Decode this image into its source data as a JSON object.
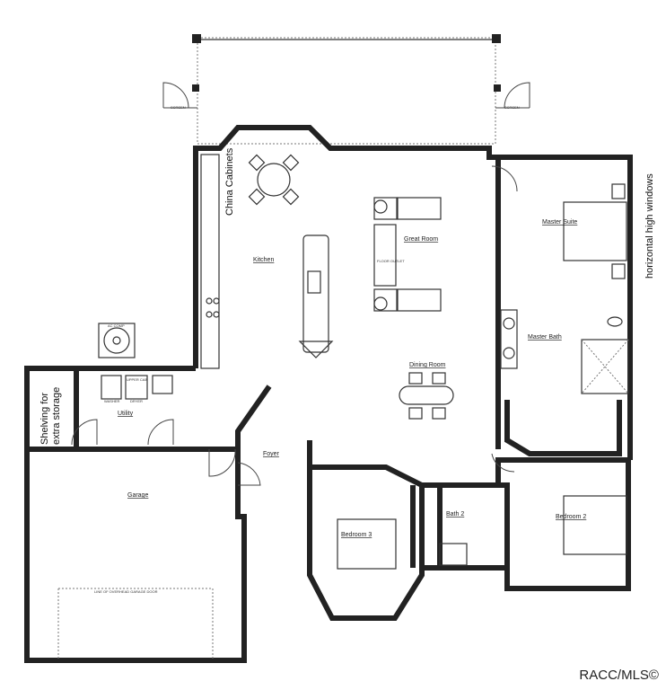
{
  "labels": {
    "screen_left": "SCREEN",
    "screen_right": "SCREEN",
    "china_cabinets": "China Cabinets",
    "kitchen": "Kitchen",
    "great_room": "Great Room",
    "floor_outlet": "FLOOR OUTLET",
    "master_suite": "Master Suite",
    "high_windows": "horizontal high windows",
    "master_bath": "Master Bath",
    "dining_room": "Dining Room",
    "ac_comp": "AC COMP",
    "utility": "Utility",
    "washer": "WASHER",
    "dryer": "DRYER",
    "upper_cab": "UPPER CAB",
    "shelving_1": "Shelving for",
    "shelving_2": "extra storage",
    "foyer": "Foyer",
    "garage": "Garage",
    "garage_door": "LINE OF OVERHEAD GARAGE DOOR",
    "bedroom_3": "Bedroom 3",
    "bath_2": "Bath 2",
    "bedroom_2": "Bedroom 2"
  },
  "watermark": "RACC/MLS©"
}
